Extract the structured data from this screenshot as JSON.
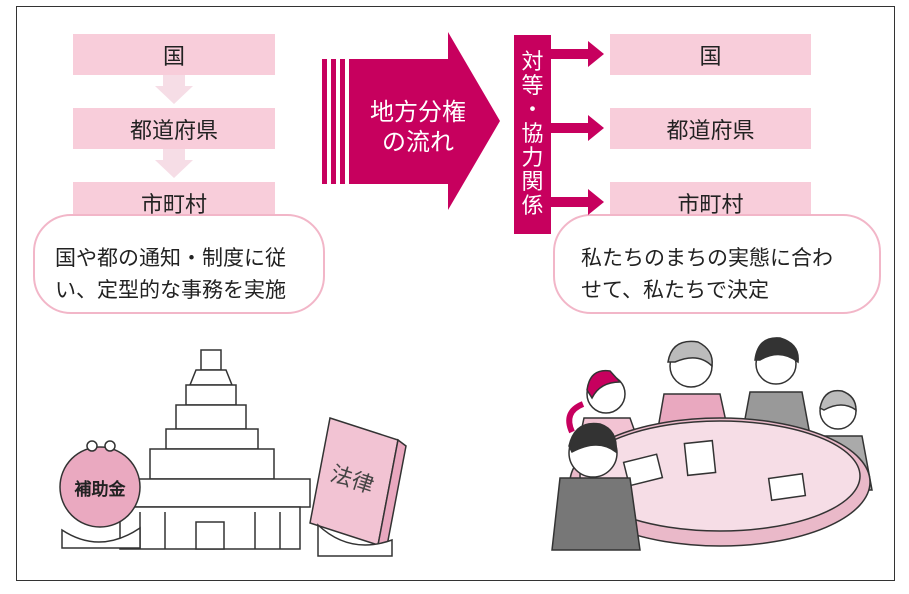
{
  "left_column": {
    "levels": [
      "国",
      "都道府県",
      "市町村"
    ],
    "bubble_lines": [
      "国や都の通知・制度に従",
      "い、定型的な事務を実施"
    ]
  },
  "center_arrow": {
    "label_lines": [
      "地方分権",
      "の流れ"
    ]
  },
  "relation_label": {
    "chars": [
      "対",
      "等",
      "・",
      "協",
      "力",
      "関",
      "係"
    ]
  },
  "right_column": {
    "levels": [
      "国",
      "都道府県",
      "市町村"
    ],
    "bubble_lines": [
      "私たちのまちの実態に合わ",
      "せて、私たちで決定"
    ]
  },
  "illustrations": {
    "subsidy_label": "補助金",
    "law_label": "法律"
  },
  "colors": {
    "accent": "#c7005e",
    "box_fill": "#f8cdda",
    "pale_arrow": "#f6dde6",
    "bubble_border": "#f2b6c8"
  }
}
